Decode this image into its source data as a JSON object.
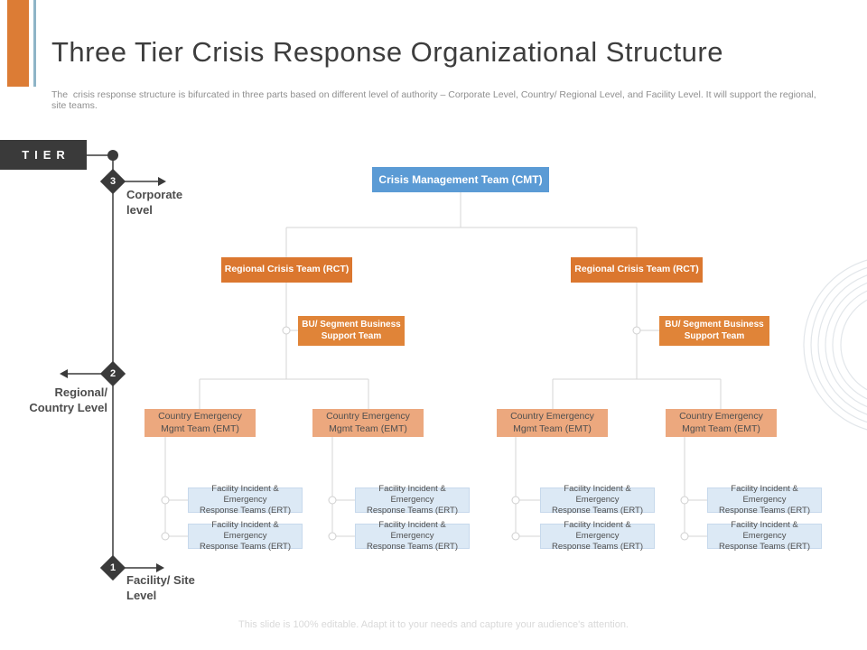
{
  "slide": {
    "title": "Three Tier Crisis Response Organizational Structure",
    "subtitle": "The  crisis response structure is bifurcated in three parts based on different level of authority – Corporate Level, Country/ Regional Level, and Facility Level. It will support the regional,  site teams.",
    "footer_note": "This slide is 100% editable. Adapt it to your needs and capture your audience's attention."
  },
  "tier_axis": {
    "title": "TIER",
    "levels": [
      {
        "number": "3",
        "label": "Corporate\nlevel",
        "arrow_direction": "right"
      },
      {
        "number": "2",
        "label": "Regional/\nCountry Level",
        "arrow_direction": "left"
      },
      {
        "number": "1",
        "label": "Facility/ Site\nLevel",
        "arrow_direction": "right"
      }
    ]
  },
  "org_chart": {
    "levels": {
      "corporate": {
        "cmt_label": "Crisis Management Team (CMT)"
      },
      "regional": {
        "rct_label": "Regional  Crisis  Team (RCT)",
        "bu_support_label": "BU/ Segment Business\nSupport Team",
        "emt_label": "Country  Emergency\nMgmt Team  (EMT)"
      },
      "facility": {
        "ert_label": "Facility Incident & Emergency\nResponse Teams (ERT)"
      }
    },
    "counts": {
      "rct_boxes": 2,
      "bu_support_boxes": 2,
      "emt_boxes": 4,
      "ert_boxes": 8
    }
  },
  "colors": {
    "accent_orange": "#DC7C35",
    "orange_box": "#DB772F",
    "orange_box_light": "#E08438",
    "salmon_box": "#ECA87E",
    "blue_box": "#5B9BD5",
    "light_blue_box": "#DCE9F5",
    "dark_marker": "#3A3A3A",
    "connector_gray": "#D6D6D6",
    "header_line_blue": "#8EB4C7"
  }
}
